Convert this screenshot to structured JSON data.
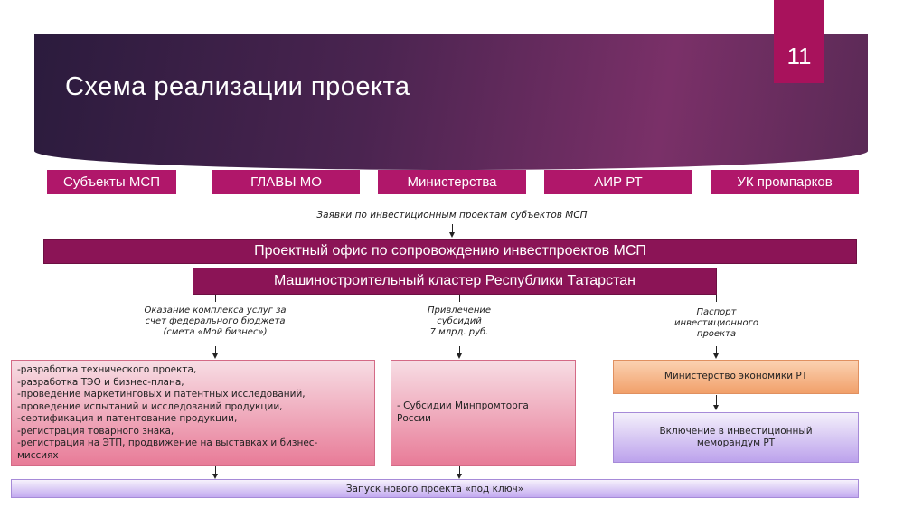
{
  "slide": {
    "title": "Схема реализации проекта",
    "page_number": "11"
  },
  "top_boxes": [
    "Субъекты МСП",
    "ГЛАВЫ МО",
    "Министерства",
    "АИР РТ",
    "УК промпарков"
  ],
  "requests_label": "Заявки по инвестиционным проектам субъектов МСП",
  "project_office": "Проектный офис по сопровождению инвестпроектов МСП",
  "cluster": "Машиностроительный кластер Республики Татарстан",
  "branches": [
    {
      "caption": [
        "Оказание комплекса услуг за",
        "счет федерального бюджета",
        "(смета «Мой бизнес»)"
      ],
      "items": [
        "-разработка технического проекта,",
        "-разработка ТЭО и бизнес-плана,",
        "-проведение маркетинговых и патентных исследований,",
        "-проведение испытаний и исследований продукции,",
        "-сертификация и патентование продукции,",
        "-регистрация товарного знака,",
        "-регистрация на ЭТП, продвижение на выставках и бизнес-миссиях"
      ]
    },
    {
      "caption": [
        "Привлечение",
        "субсидий",
        "7 млрд. руб."
      ],
      "items": [
        "- Субсидии Минпромторга России"
      ]
    },
    {
      "caption": [
        "Паспорт",
        "инвестиционного",
        "проекта"
      ],
      "step1": "Министерство экономики РТ",
      "step2": "Включение в инвестиционный меморандум РТ"
    }
  ],
  "launch": "Запуск нового проекта «под ключ»"
}
